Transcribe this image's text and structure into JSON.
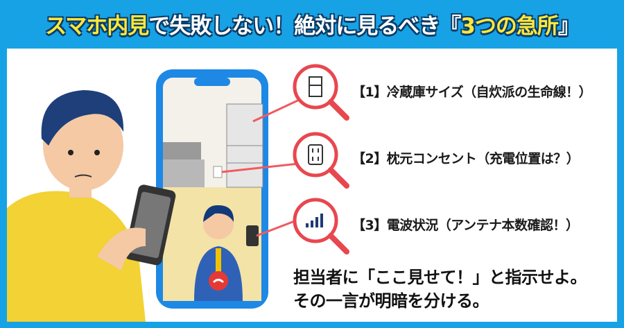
{
  "title": {
    "part1": "スマホ内見",
    "part2": "で失敗しない！絶対に見るべき『",
    "part3": "3つの急所",
    "part4": "』"
  },
  "points": [
    {
      "label": "【1】冷蔵庫サイズ（自炊派の生命線！）",
      "icon": "refrigerator-icon"
    },
    {
      "label": "【2】枕元コンセント（充電位置は？）",
      "icon": "outlet-icon"
    },
    {
      "label": "【3】電波状況（アンテナ本数確認！）",
      "icon": "signal-bars-icon"
    }
  ],
  "message": {
    "line1": "担当者に「ここ見せて！」と指示せよ。",
    "line2": "その一言が明暗を分ける。"
  },
  "colors": {
    "frame": "#17a2e6",
    "accent_title": "#ffe83a",
    "magnifier": "#e8474f",
    "phone": "#1e88e5"
  }
}
